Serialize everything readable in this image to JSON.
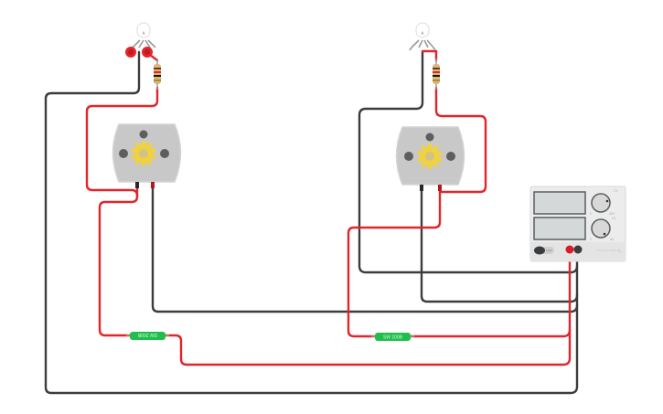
{
  "colors": {
    "wire_red": "#e2252b",
    "wire_black": "#3a3d40",
    "motor_body": "#c8c8c8",
    "gear": "#f2d23c",
    "switch_green": "#1fbf4a",
    "psu_body": "#ececec",
    "psu_display": "#d4d8d9"
  },
  "components": {
    "led_left": {
      "type": "LED",
      "color": "red",
      "icon": "led-icon"
    },
    "led_right": {
      "type": "LED",
      "color": "white",
      "icon": "led-icon"
    },
    "resistor_left": {
      "type": "resistor",
      "icon": "resistor-icon"
    },
    "resistor_right": {
      "type": "resistor",
      "icon": "resistor-icon"
    },
    "motor_left": {
      "type": "DC motor",
      "icon": "gear-icon"
    },
    "motor_right": {
      "type": "DC motor",
      "icon": "gear-icon"
    },
    "reed_switch_left": {
      "type": "reed switch",
      "label": "SW 200B"
    },
    "reed_switch_right": {
      "type": "reed switch",
      "label": "SW 200B"
    },
    "power_supply": {
      "type": "power supply",
      "switch_label": "OFF",
      "voltage_knob": {
        "min_label": "0",
        "max_label": "30V",
        "title": "CV"
      },
      "current_knob": {
        "min_label": "0",
        "max_label": "5A",
        "title": "CC"
      },
      "brand_text": "VOLTAGE SUPPLY"
    }
  }
}
